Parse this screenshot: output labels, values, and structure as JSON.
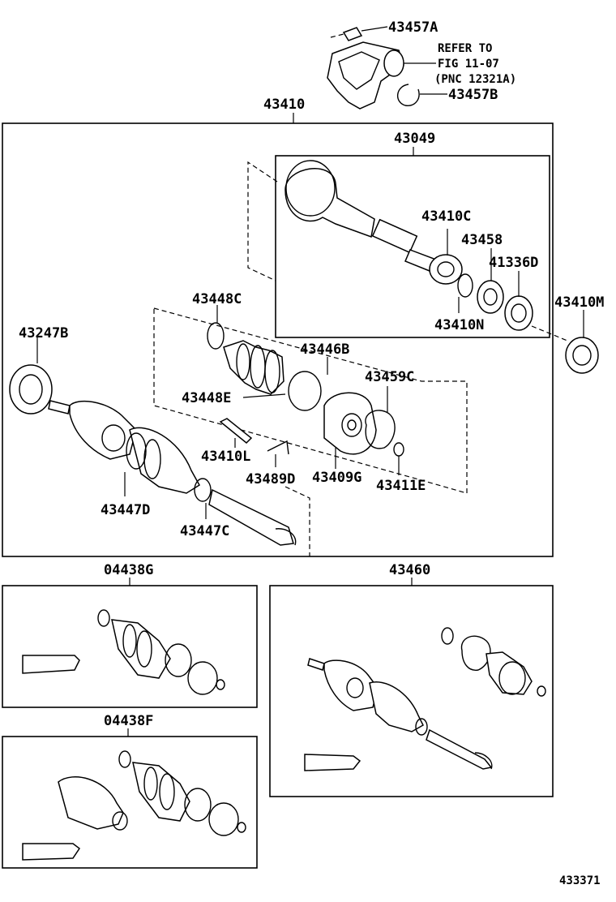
{
  "labels": {
    "p43457A": "43457A",
    "refer_line1": "REFER TO",
    "refer_line2": "FIG 11-07",
    "refer_line3": "(PNC 12321A)",
    "p43457B": "43457B",
    "p43410": "43410",
    "p43049": "43049",
    "p43410C": "43410C",
    "p43458": "43458",
    "p41336D": "41336D",
    "p43410N": "43410N",
    "p43410M": "43410M",
    "p43448C": "43448C",
    "p43446B": "43446B",
    "p43247B": "43247B",
    "p43459C": "43459C",
    "p43448E": "43448E",
    "p43410L": "43410L",
    "p43409G": "43409G",
    "p43489D": "43489D",
    "p43411E": "43411E",
    "p43447D": "43447D",
    "p43447C": "43447C",
    "p04438G": "04438G",
    "p43460": "43460",
    "p04438F": "04438F",
    "figure_number": "433371"
  }
}
